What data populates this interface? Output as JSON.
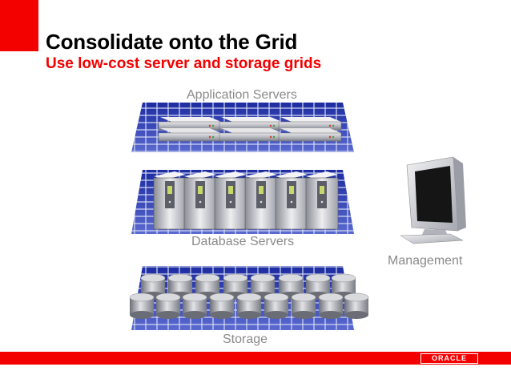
{
  "slide": {
    "title": "Consolidate onto the Grid",
    "subtitle": "Use low-cost server and storage grids"
  },
  "tiers": {
    "application": "Application Servers",
    "database": "Database Servers",
    "storage": "Storage",
    "management": "Management"
  },
  "footer": {
    "logo_text": "ORACLE"
  },
  "colors": {
    "brand_red": "#f30000",
    "grid_blue": "#2b3aa8",
    "label_gray": "#8a8a8a"
  },
  "icons": [
    "rack-server-icon",
    "tower-server-icon",
    "storage-disk-icon",
    "monitor-icon"
  ]
}
